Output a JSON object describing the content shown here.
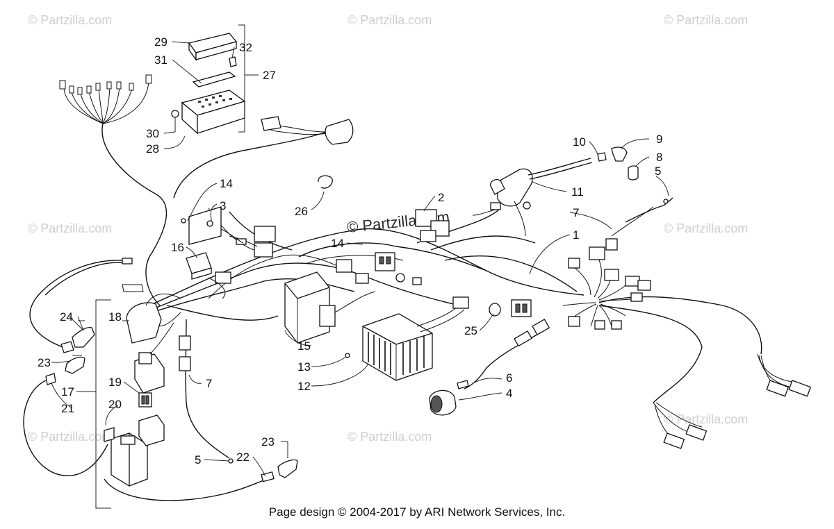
{
  "watermarks": {
    "text": "© Partzilla.com",
    "center_text": "© Partzilla.com"
  },
  "callouts": {
    "c1": "1",
    "c2": "2",
    "c3": "3",
    "c4": "4",
    "c5a": "5",
    "c5b": "5",
    "c6": "6",
    "c7a": "7",
    "c7b": "7",
    "c8": "8",
    "c9": "9",
    "c10": "10",
    "c11": "11",
    "c12": "12",
    "c13": "13",
    "c14a": "14",
    "c14b": "14",
    "c15": "15",
    "c16": "16",
    "c17": "17",
    "c18": "18",
    "c19": "19",
    "c20": "20",
    "c21": "21",
    "c22": "22",
    "c23a": "23",
    "c23b": "23",
    "c24": "24",
    "c25": "25",
    "c26": "26",
    "c27": "27",
    "c28": "28",
    "c29": "29",
    "c30": "30",
    "c31": "31",
    "c32": "32"
  },
  "footer": "Page design © 2004-2017 by ARI Network Services, Inc."
}
